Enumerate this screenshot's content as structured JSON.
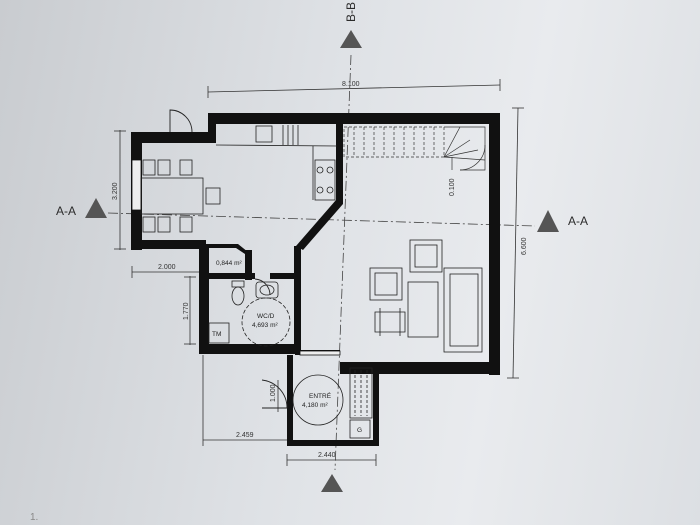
{
  "dimensions": {
    "top_width": "8.100",
    "left_height": "3.200",
    "right_height": "6.600",
    "left_bay": "2.000",
    "wc_height": "1.770",
    "entry_width_lower_left": "2.459",
    "entry_width_bottom": "2.440",
    "entry_door": "1.000",
    "stair_label": "0.100"
  },
  "rooms": {
    "storage_area": "0,844 m²",
    "wc_name": "WC/D",
    "wc_area": "4,693 m²",
    "entry_name": "ENTRÉ",
    "entry_area": "4,180 m²",
    "tm_label": "TM",
    "g_label": "G"
  },
  "sections": {
    "aa_left": "A-A",
    "aa_right": "A-A",
    "bb_top": "B-B"
  },
  "page_number": "1.",
  "colors": {
    "wall": "#111111",
    "line": "#333333",
    "section_marker": "#555555"
  }
}
